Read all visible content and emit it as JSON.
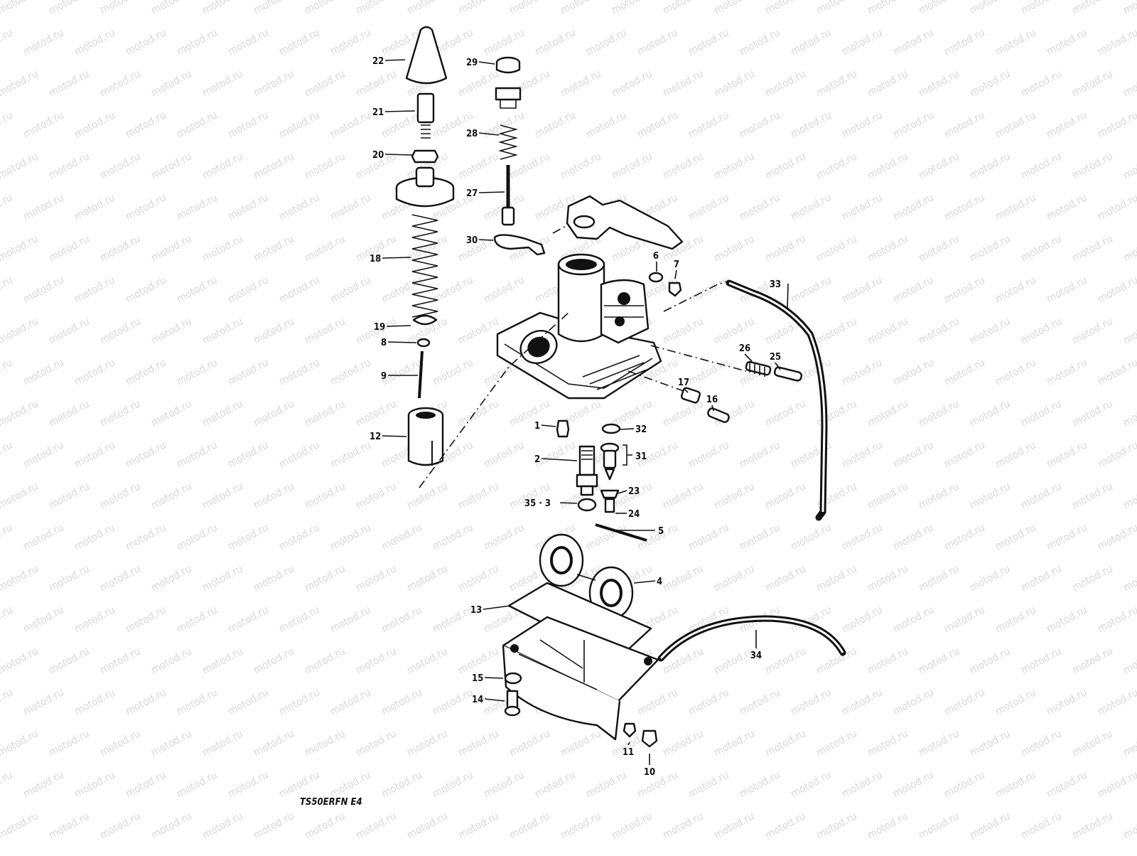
{
  "watermark": "motod.ru",
  "figure_code": "TS50ERFN E4",
  "callouts": [
    {
      "id": "p1",
      "label": "1",
      "name": "callout-1"
    },
    {
      "id": "p2",
      "label": "2",
      "name": "callout-2"
    },
    {
      "id": "p3",
      "label": "35 · 3",
      "name": "callout-35-3"
    },
    {
      "id": "p4",
      "label": "4",
      "name": "callout-4"
    },
    {
      "id": "p5",
      "label": "5",
      "name": "callout-5"
    },
    {
      "id": "p6",
      "label": "6",
      "name": "callout-6"
    },
    {
      "id": "p7",
      "label": "7",
      "name": "callout-7"
    },
    {
      "id": "p8",
      "label": "8",
      "name": "callout-8"
    },
    {
      "id": "p9",
      "label": "9",
      "name": "callout-9"
    },
    {
      "id": "p10",
      "label": "10",
      "name": "callout-10"
    },
    {
      "id": "p11",
      "label": "11",
      "name": "callout-11"
    },
    {
      "id": "p12",
      "label": "12",
      "name": "callout-12"
    },
    {
      "id": "p13",
      "label": "13",
      "name": "callout-13"
    },
    {
      "id": "p14",
      "label": "14",
      "name": "callout-14"
    },
    {
      "id": "p15",
      "label": "15",
      "name": "callout-15"
    },
    {
      "id": "p16",
      "label": "16",
      "name": "callout-16"
    },
    {
      "id": "p17",
      "label": "17",
      "name": "callout-17"
    },
    {
      "id": "p18",
      "label": "18",
      "name": "callout-18"
    },
    {
      "id": "p19",
      "label": "19",
      "name": "callout-19"
    },
    {
      "id": "p20",
      "label": "20",
      "name": "callout-20"
    },
    {
      "id": "p21",
      "label": "21",
      "name": "callout-21"
    },
    {
      "id": "p22",
      "label": "22",
      "name": "callout-22"
    },
    {
      "id": "p23",
      "label": "23",
      "name": "callout-23"
    },
    {
      "id": "p24",
      "label": "24",
      "name": "callout-24"
    },
    {
      "id": "p25",
      "label": "25",
      "name": "callout-25"
    },
    {
      "id": "p26",
      "label": "26",
      "name": "callout-26"
    },
    {
      "id": "p27",
      "label": "27",
      "name": "callout-27"
    },
    {
      "id": "p28",
      "label": "28",
      "name": "callout-28"
    },
    {
      "id": "p29",
      "label": "29",
      "name": "callout-29"
    },
    {
      "id": "p30",
      "label": "30",
      "name": "callout-30"
    },
    {
      "id": "p31",
      "label": "31",
      "name": "callout-31"
    },
    {
      "id": "p32",
      "label": "32",
      "name": "callout-32"
    },
    {
      "id": "p33",
      "label": "33",
      "name": "callout-33"
    },
    {
      "id": "p34",
      "label": "34",
      "name": "callout-34"
    }
  ]
}
